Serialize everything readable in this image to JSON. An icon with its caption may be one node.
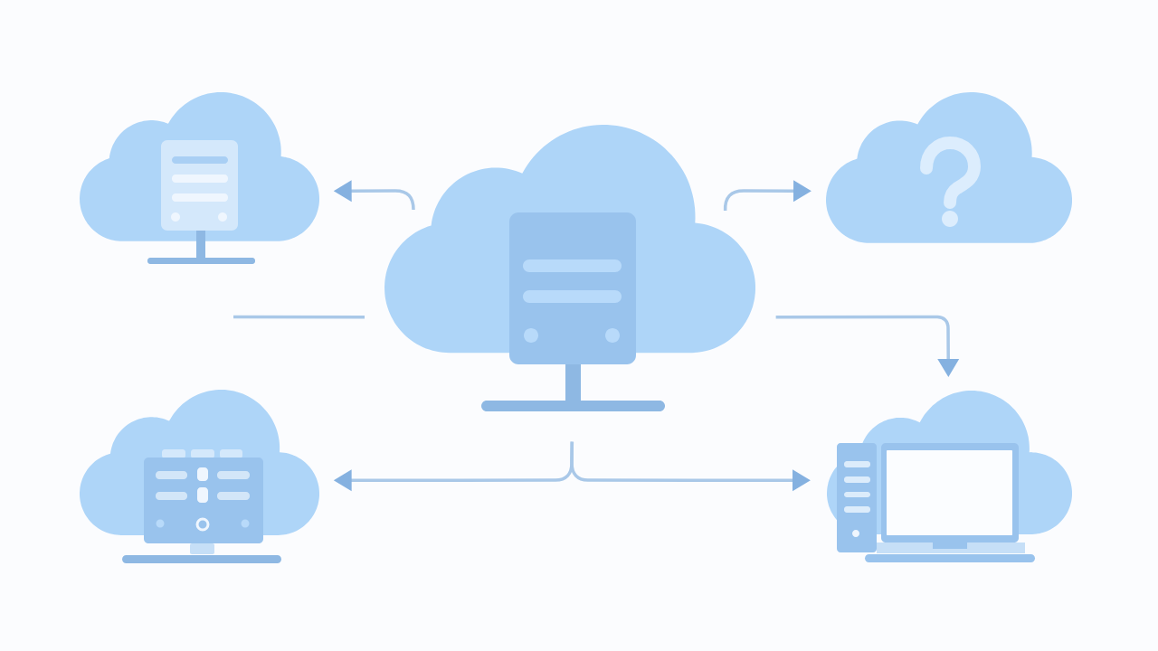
{
  "diagram": {
    "nodes": [
      {
        "text": [],
        "shape": "cloud"
      },
      {
        "text": [],
        "shape": "cloud"
      },
      {
        "text": [],
        "shape": "cloud"
      },
      {
        "text": [],
        "shape": "cloud"
      },
      {
        "text": [],
        "shape": "cloud"
      }
    ],
    "edges": [
      {
        "from": 2,
        "to": 0,
        "arrow": "to"
      },
      {
        "from": 2,
        "to": 1,
        "arrow": "to"
      },
      {
        "from": 2,
        "to": null,
        "arrow": "none"
      },
      {
        "from": 2,
        "to": 4,
        "arrow": "to"
      },
      {
        "from": 2,
        "to": 3,
        "arrow": "to"
      },
      {
        "from": 2,
        "to": 4,
        "arrow": "to"
      }
    ]
  }
}
